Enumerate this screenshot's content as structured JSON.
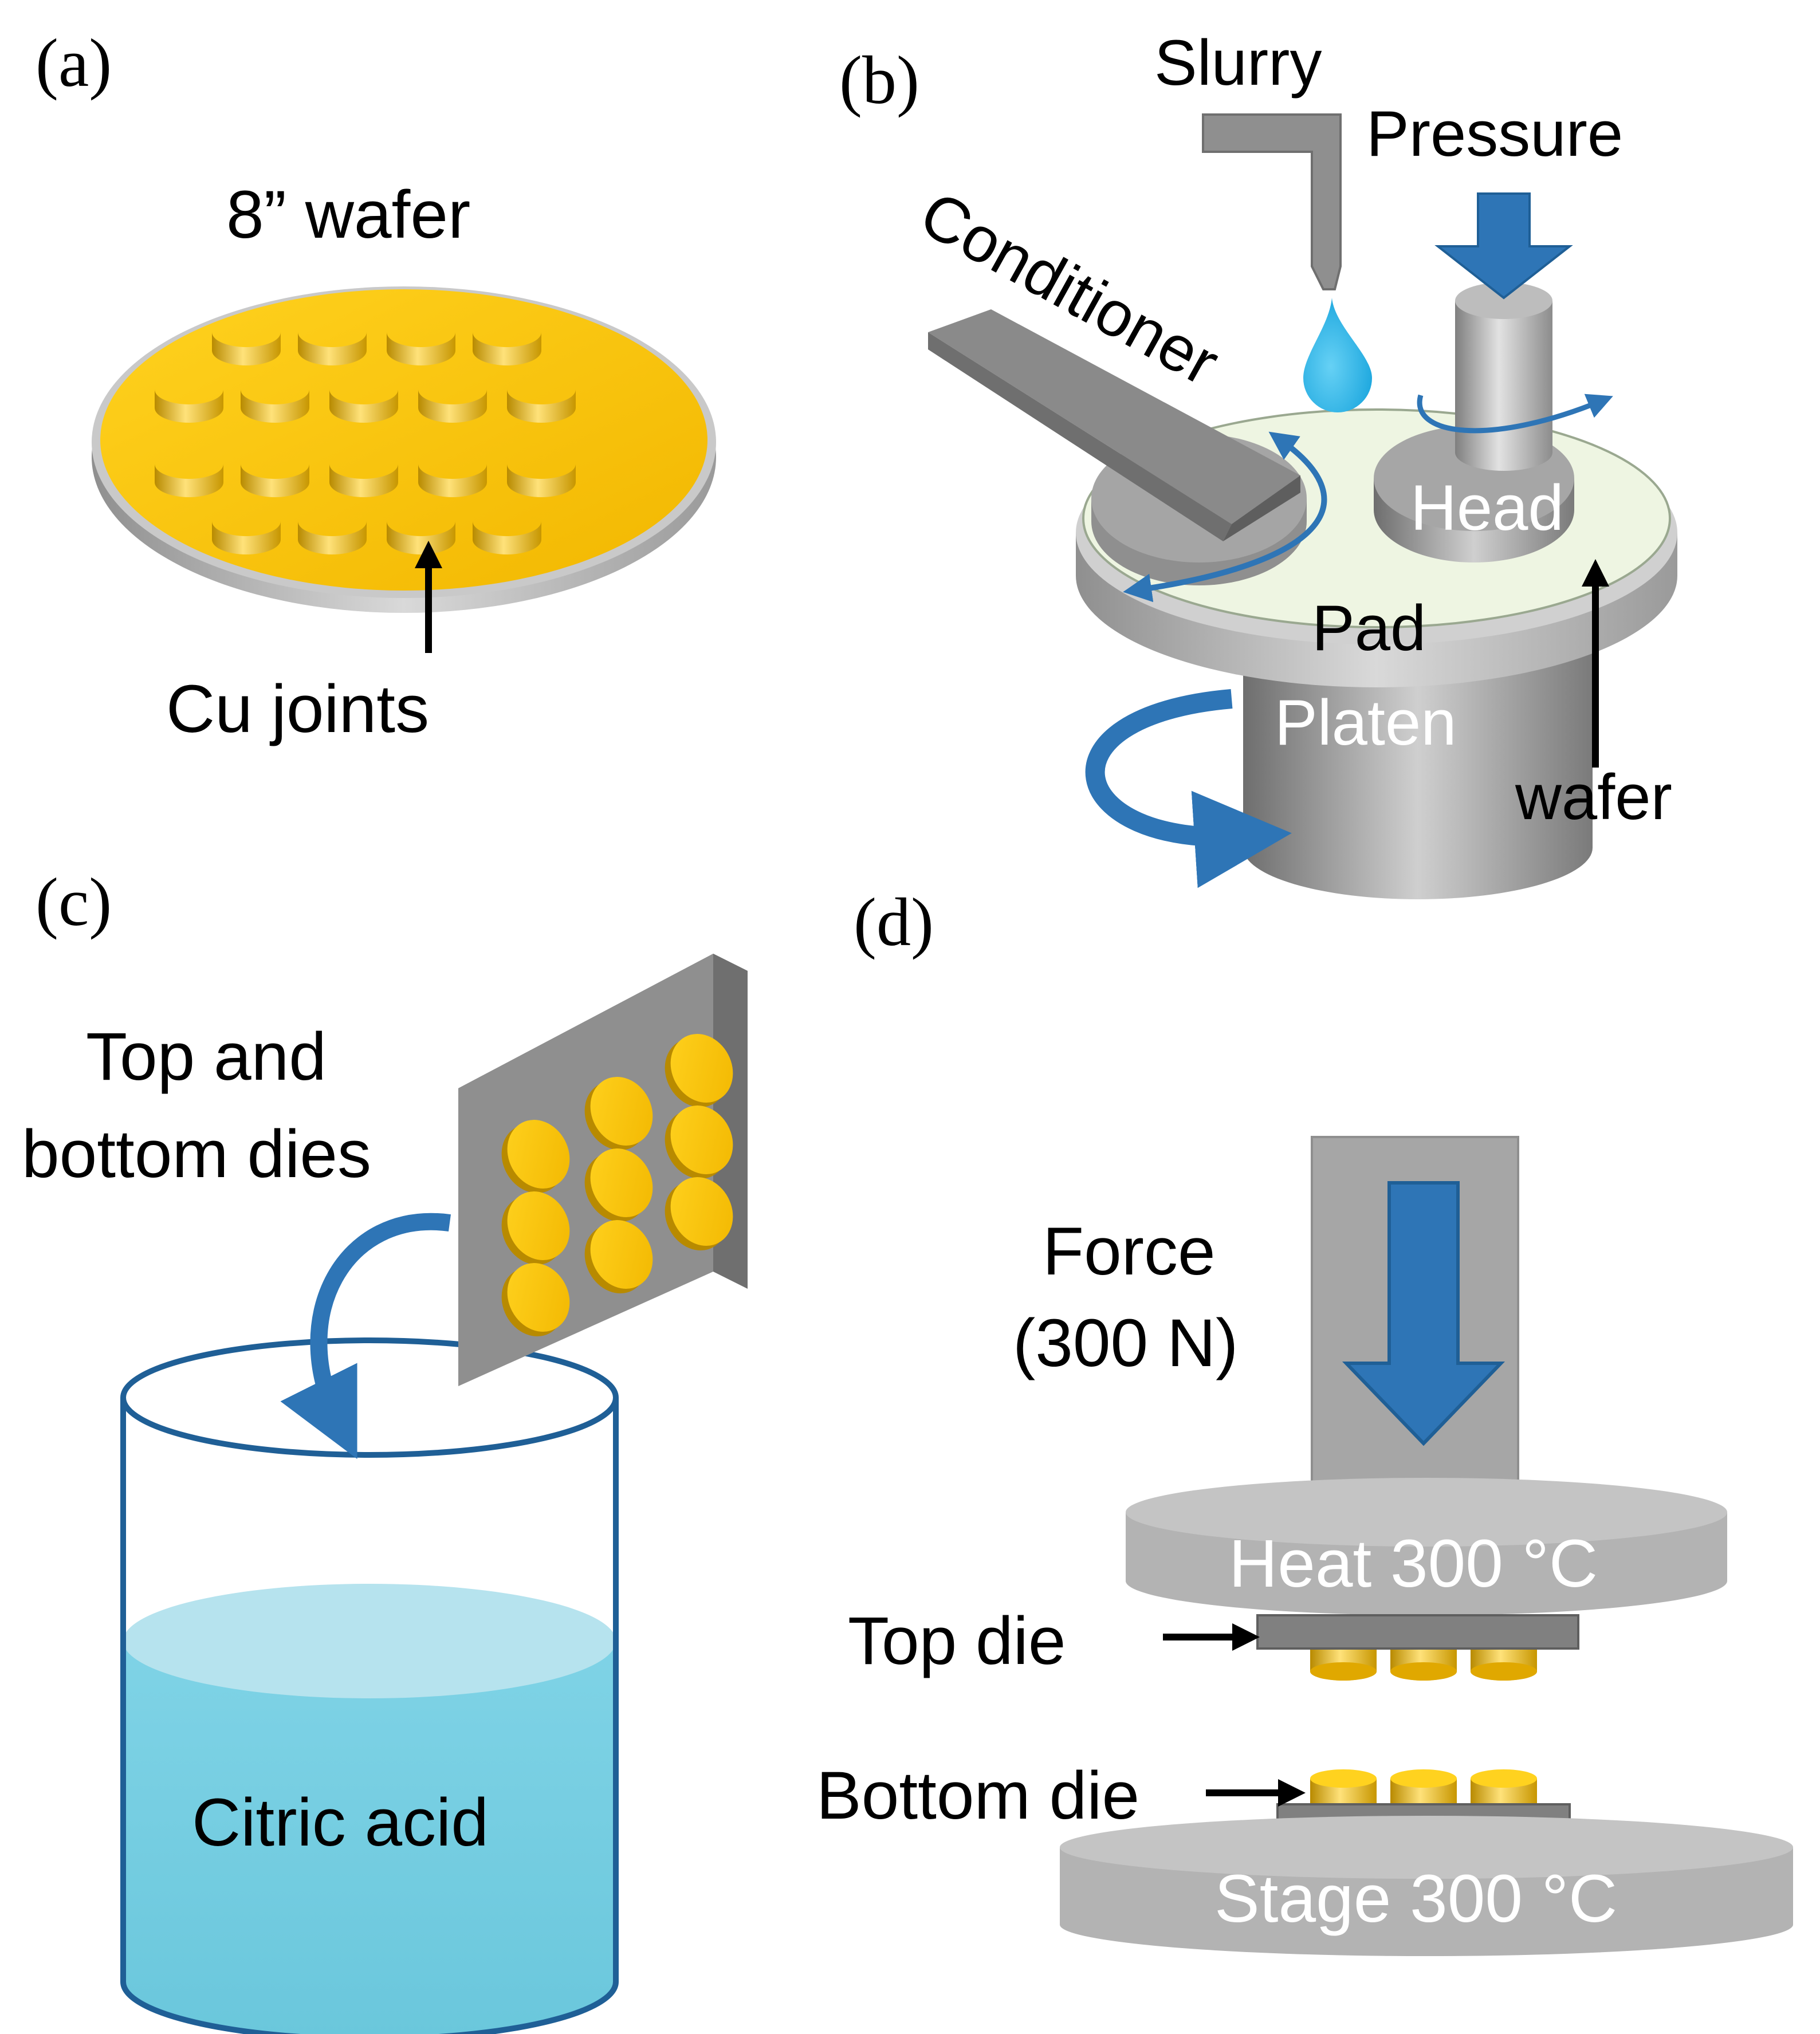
{
  "panels": {
    "a": {
      "letter": "(a)",
      "wafer_label": "8” wafer",
      "joints_label": "Cu joints"
    },
    "b": {
      "letter": "(b)",
      "slurry_label": "Slurry",
      "pressure_label": "Pressure",
      "conditioner_label": "Conditioner",
      "head_label": "Head",
      "pad_label": "Pad",
      "platen_label": "Platen",
      "wafer_label": "wafer"
    },
    "c": {
      "letter": "(c)",
      "dies_label_line1": "Top and",
      "dies_label_line2": "bottom dies",
      "liquid_label": "Citric acid"
    },
    "d": {
      "letter": "(d)",
      "force_label_line1": "Force",
      "force_label_line2": "(300 N)",
      "heat_label": "Heat 300 °C",
      "top_die_label": "Top die",
      "bottom_die_label": "Bottom die",
      "stage_label": "Stage 300 °C"
    }
  },
  "colors": {
    "copper_gold": "#f7c300",
    "arrow_blue": "#2e75b6",
    "metal_gray": "#a6a6a6",
    "pad_green": "#eef5e2",
    "acid_blue": "#74cde0"
  },
  "icons": [
    "wafer-icon",
    "cmp-machine-icon",
    "beaker-icon",
    "bonder-icon"
  ]
}
